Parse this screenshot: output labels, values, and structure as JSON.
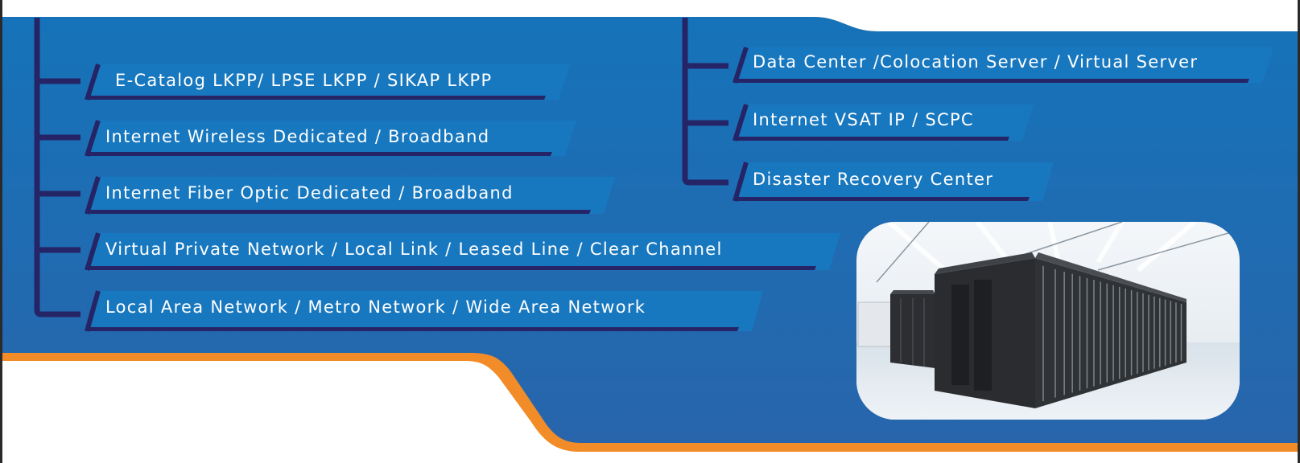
{
  "banner": {
    "colors": {
      "background_top": "#1673b9",
      "background_bottom": "#2865ab",
      "tab_fill": "#1878bf",
      "connector": "#252466",
      "accent_orange": "#f28c28",
      "text": "#ffffff"
    },
    "left_services": [
      {
        "label": "E-Catalog LKPP/ LPSE LKPP / SIKAP LKPP"
      },
      {
        "label": "Internet Wireless Dedicated / Broadband"
      },
      {
        "label": "Internet Fiber Optic Dedicated / Broadband"
      },
      {
        "label": "Virtual Private Network / Local Link / Leased Line / Clear Channel"
      },
      {
        "label": "Local Area Network / Metro Network / Wide Area Network"
      }
    ],
    "right_services": [
      {
        "label": "Data Center /Colocation Server / Virtual Server"
      },
      {
        "label": "Internet VSAT IP / SCPC"
      },
      {
        "label": "Disaster Recovery Center"
      }
    ],
    "photo": {
      "subject": "data-center-server-racks-photo"
    }
  }
}
